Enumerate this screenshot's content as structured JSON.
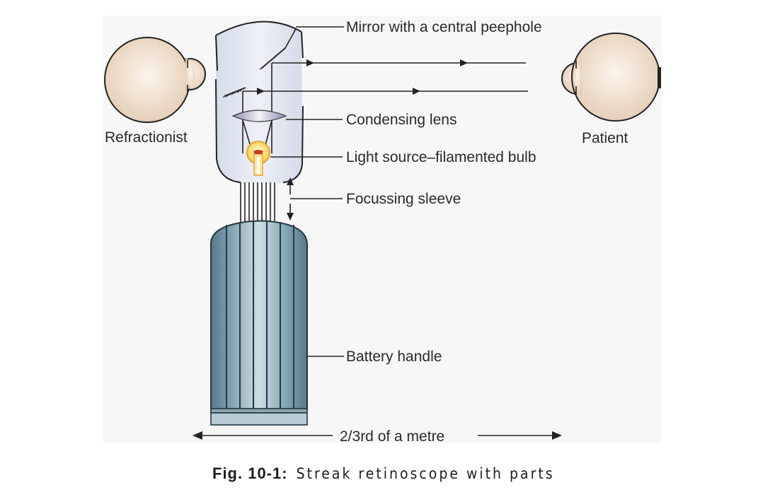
{
  "figure": {
    "caption_prefix": "Fig. 10-1:",
    "caption_text": "Streak retinoscope with parts",
    "distance_label": "2/3rd of a metre",
    "observers": {
      "left": "Refractionist",
      "right": "Patient"
    },
    "parts": [
      {
        "id": "mirror",
        "label": "Mirror with a central peephole"
      },
      {
        "id": "lens",
        "label": "Condensing lens"
      },
      {
        "id": "bulb",
        "label": "Light source–filamented bulb"
      },
      {
        "id": "sleeve",
        "label": "Focussing sleeve"
      },
      {
        "id": "handle",
        "label": "Battery handle"
      }
    ],
    "colors": {
      "panel_bg": "#f7f7f7",
      "eye_fill": "#ecd9c6",
      "head_fill": "#dde3ef",
      "handle_fill": "#6f95a6",
      "bulb_fill": "#f6c64a",
      "filament": "#c83a1e",
      "line": "#222222"
    }
  }
}
